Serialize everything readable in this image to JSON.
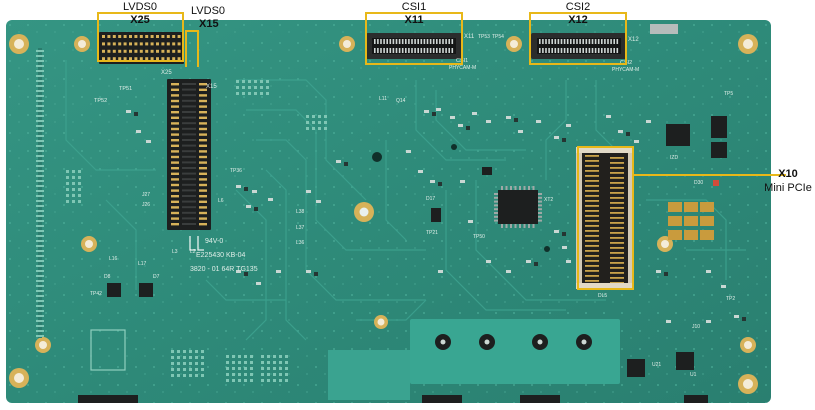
{
  "callouts": {
    "lvds0_x25": {
      "title": "LVDS0",
      "id": "X25"
    },
    "lvds0_x15": {
      "title": "LVDS0",
      "id": "X15"
    },
    "csi1": {
      "title": "CSI1",
      "id": "X11"
    },
    "csi2": {
      "title": "CSI2",
      "id": "X12"
    },
    "minipcie": {
      "id": "X10",
      "title": "Mini PCIe"
    }
  },
  "silkscreen": {
    "x25": "X25",
    "x15": "X15",
    "x11": "X11",
    "x12": "X12",
    "csi1_label": "CSI1",
    "csi1_sub": "PHYCAM-M",
    "csi2_label": "CSI2",
    "csi2_sub": "PHYCAM-M",
    "tp51": "TP51",
    "tp52": "TP52",
    "tp53": "TP53",
    "tp54": "TP54",
    "tp5": "TP5",
    "tp36": "TP36",
    "tp21": "TP21",
    "tp50": "TP50",
    "tp42": "TP42",
    "tp2": "TP2",
    "l11": "L11",
    "q14": "Q14",
    "l6": "L6",
    "l3": "L3",
    "l2": "L2",
    "j27": "J27",
    "j26": "J26",
    "l38": "L38",
    "l37": "L37",
    "l36": "L36",
    "l17": "L17",
    "l16": "L16",
    "d8": "D8",
    "d7": "D7",
    "d17": "D17",
    "xt2": "XT2",
    "d30": "D30",
    "dl5": "DL5",
    "j10": "J10",
    "u21": "U21",
    "u1": "U1",
    "izd": "IZD",
    "mark_line1": "94V-0",
    "mark_line2": "E225430 KB-04",
    "mark_line3": "3820 - 01 64R TG135"
  },
  "colors": {
    "board": "#2f8c7c",
    "board_dark": "#26786a",
    "trace": "#3ea390",
    "pad_gold": "#d7b259",
    "callout": "#e8b819",
    "connector_black": "#1d1f1f"
  }
}
